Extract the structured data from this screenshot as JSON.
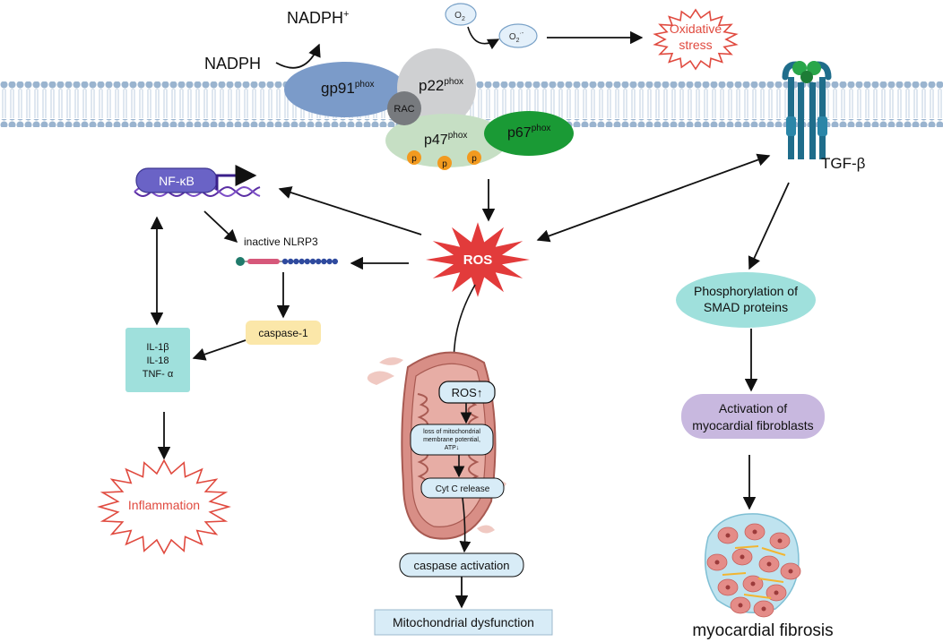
{
  "membrane": {
    "nadph": "NADPH",
    "nadph_plus_main": "NADPH",
    "nadph_plus_sup": "+",
    "o2_main": "O",
    "o2_sub": "2",
    "o2_rad_main": "O",
    "o2_rad_sub": "2",
    "o2_rad_sup": "·-",
    "oxidative_stress_line1": "Oxidative",
    "oxidative_stress_line2": "stress",
    "gp91_main": "gp91",
    "gp91_sup": "phox",
    "p22_main": "p22",
    "p22_sup": "phox",
    "rac": "RAC",
    "p47_main": "p47",
    "p47_sup": "phox",
    "p67_main": "p67",
    "p67_sup": "phox",
    "phospho": "p",
    "tgf_beta": "TGF-β"
  },
  "left": {
    "nfkb": "NF-κB",
    "inactive_nlrp3": "inactive NLRP3",
    "caspase1": "caspase-1",
    "cytokines": [
      "IL-1β",
      "IL-18",
      "TNF- α"
    ],
    "inflammation": "Inflammation"
  },
  "center": {
    "ros": "ROS",
    "ros_up": "ROS↑",
    "loss_line1": "loss of mitochondrial",
    "loss_line2": "membrane potential,",
    "loss_line3": "ATP↓",
    "cytc": "Cyt C release",
    "caspase_activation": "caspase activation",
    "mito_dysfunction": "Mitochondrial dysfunction"
  },
  "right": {
    "smad_line1": "Phosphorylation of",
    "smad_line2": "SMAD proteins",
    "fibro_line1": "Activation of",
    "fibro_line2": "myocardial fibroblasts",
    "fibrosis": "myocardial fibrosis"
  },
  "colors": {
    "membrane_head": "#9ab4cf",
    "gp91": "#7b9bc9",
    "p22": "#cfd0d2",
    "rac": "#777a7e",
    "p47": "#c6dfc4",
    "p67": "#1a9a35",
    "phospho": "#f29a1f",
    "nfkb": "#6a63c6",
    "ros_star": "#e23b3b",
    "teal_box": "#9fe0dc",
    "smad": "#9fe0dc",
    "fibroblast": "#c8b8df",
    "caspase1": "#fbe7a9",
    "mito": "#d88e86",
    "blue_box": "#d8ecf7",
    "receptor": "#1f6d8b",
    "ligand": "#29a64a",
    "stress_text": "#e04a3f"
  }
}
